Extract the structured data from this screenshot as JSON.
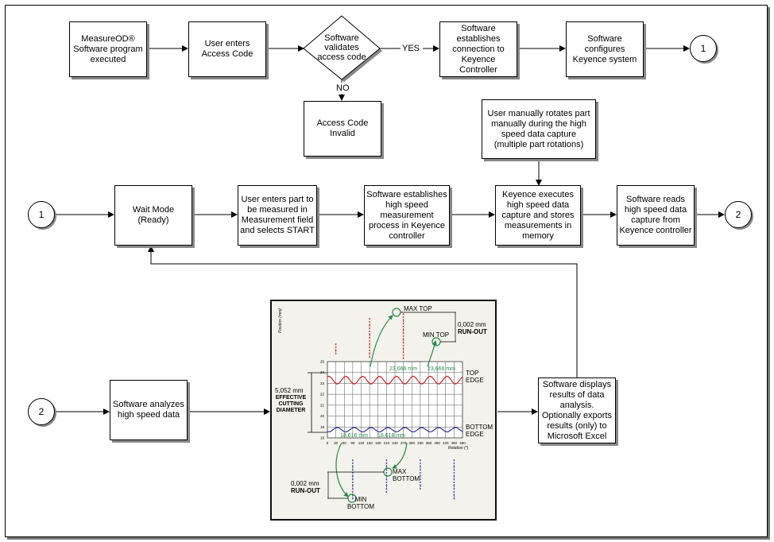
{
  "row1": {
    "start": "MeasureOD® Software program executed",
    "enter_code": "User enters Access Code",
    "validate": "Software validates access code",
    "yes": "YES",
    "no": "NO",
    "invalid": "Access Code Invalid",
    "connect": "Software establishes connection to Keyence Controller",
    "configure": "Software configures Keyence system",
    "connector": "1"
  },
  "row2": {
    "connector_in": "1",
    "rotate": "User manually rotates part manually during the high speed data capture (multiple part rotations)",
    "wait": "Wait Mode (Ready)",
    "enter_part": "User enters part to be measured in Measurement field and selects START",
    "establish": "Software establishes high speed measurement process in Keyence controller",
    "execute": "Keyence executes high speed data capture and stores measurements in memory",
    "read": "Software reads high speed data capture from Keyence controller",
    "connector_out": "2"
  },
  "row3": {
    "connector_in": "2",
    "analyze": "Software analyzes high speed data",
    "display": "Software displays results of data analysis. Optionally exports results (only) to Microsoft Excel"
  },
  "chart_data": {
    "type": "line",
    "ylabel": "Position (mm)",
    "xlabel": "Rotation (°)",
    "y_ticks": [
      "25",
      "24",
      "23",
      "22",
      "21",
      "20",
      "19",
      "18"
    ],
    "x_ticks": [
      "0",
      "30",
      "60",
      "90",
      "120",
      "150",
      "180",
      "210",
      "240",
      "270",
      "300",
      "330",
      "360",
      "390",
      "420",
      "450",
      "480"
    ],
    "ylim": [
      18,
      25
    ],
    "xlim": [
      0,
      480
    ],
    "series": [
      {
        "name": "TOP EDGE",
        "color": "#cc2222"
      },
      {
        "name": "BOTTOM EDGE",
        "color": "#333399"
      }
    ],
    "annotations": {
      "max_top": "MAX TOP",
      "min_top": "MIN TOP",
      "top_runout_value": "0,002 mm",
      "top_runout": "RUN-OUT",
      "top_val1": "23,666 mm",
      "top_val2": "23,666 mm",
      "top_edge": "TOP EDGE",
      "ecd_value": "5,052 mm",
      "ecd": "EFFECTIVE CUTTING DIAMETER",
      "bottom_edge": "BOTTOM EDGE",
      "bottom_val1": "18,616 mm",
      "bottom_val2": "18,618 mm",
      "max_bottom": "MAX BOTTOM",
      "min_bottom": "MIN BOTTOM",
      "bottom_runout_value": "0,002 mm",
      "bottom_runout": "RUN-OUT"
    }
  }
}
